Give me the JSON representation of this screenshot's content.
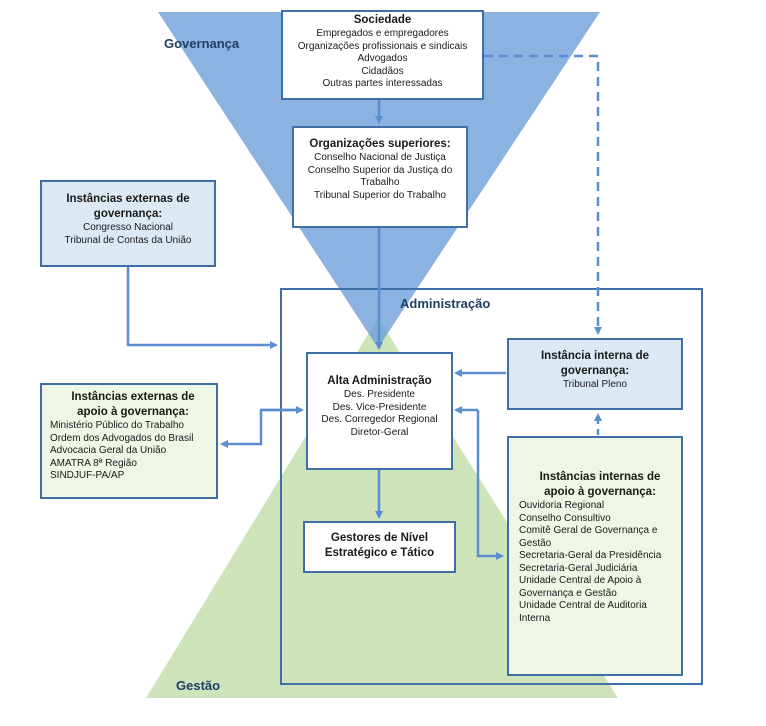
{
  "labels": {
    "governanca": "Governança",
    "gestao": "Gestão",
    "administracao": "Administração"
  },
  "sociedade": {
    "title": "Sociedade",
    "lines": [
      "Empregados e empregadores",
      "Organizações profissionais e sindicais",
      "Advogados",
      "Cidadãos",
      "Outras partes interessadas"
    ]
  },
  "org_superiores": {
    "title": "Organizações superiores:",
    "lines": [
      "Conselho Nacional de Justiça",
      "Conselho Superior da Justiça do",
      "Trabalho",
      "Tribunal Superior do Trabalho"
    ]
  },
  "inst_externas_gov": {
    "title1": "Instâncias externas de",
    "title2": "governança:",
    "lines": [
      "Congresso Nacional",
      "Tribunal de Contas da União"
    ]
  },
  "inst_externas_apoio": {
    "title1": "Instâncias externas de",
    "title2": "apoio à governança:",
    "lines": [
      "Ministério Público do Trabalho",
      "Ordem dos Advogados do Brasil",
      "Advocacia Geral da União",
      "AMATRA 8ª Região",
      "SINDJUF-PA/AP"
    ]
  },
  "alta_adm": {
    "title": "Alta Administração",
    "lines": [
      "Des. Presidente",
      "Des. Vice-Presidente",
      "Des. Corregedor Regional",
      "Diretor-Geral"
    ]
  },
  "inst_interna_gov": {
    "title1": "Instância interna de",
    "title2": "governança:",
    "lines": [
      "Tribunal Pleno"
    ]
  },
  "gestores": {
    "title1": "Gestores de Nível",
    "title2": "Estratégico e Tático"
  },
  "inst_internas_apoio": {
    "title1": "Instâncias internas de",
    "title2": "apoio à governança:",
    "lines": [
      "Ouvidoria Regional",
      "Conselho Consultivo",
      "Comitê Geral de Governança e",
      "Gestão",
      "Secretaria-Geral da Presidência",
      "Secretaria-Geral Judiciária",
      "Unidade Central de Apoio à",
      "Governança e Gestão",
      "Unidade Central de Auditoria",
      "Interna"
    ]
  },
  "colors": {
    "blue_triangle": "#6e9fd8",
    "green_triangle": "#bcd9a2",
    "border": "#3f6fa6",
    "arrow": "#5b8ed0",
    "box_fill_blue": "#dde8f5",
    "box_fill_green": "#eef6e6"
  }
}
